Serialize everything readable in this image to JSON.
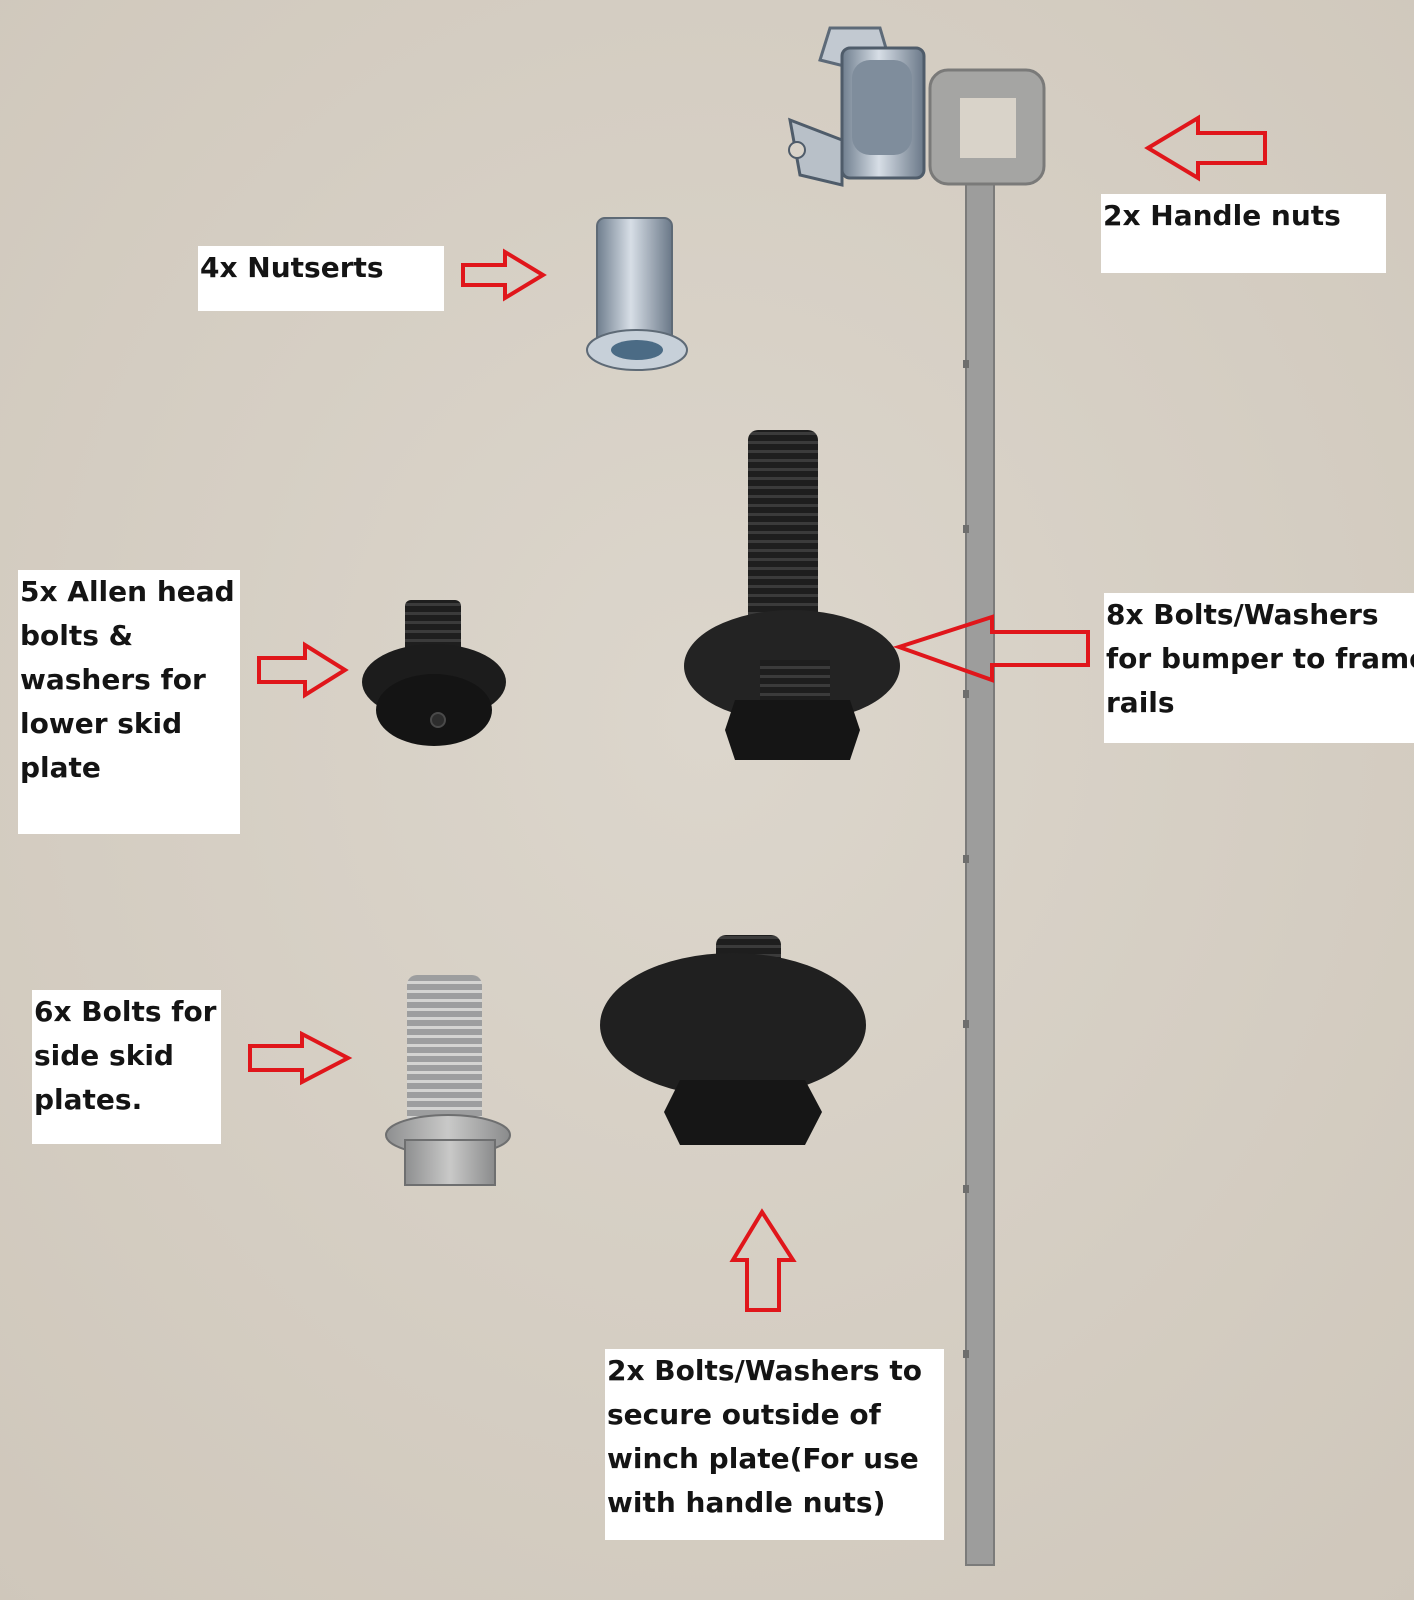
{
  "photo": {
    "background_color": "#d8d1c6",
    "arrow_color": "#e0161b",
    "label_background": "#ffffff",
    "label_text_color": "#141414"
  },
  "labels": {
    "handle_nuts": [
      "2x Handle nuts"
    ],
    "nutserts": [
      "4x Nutserts"
    ],
    "allen_bolts": [
      "5x Allen head",
      "bolts &",
      "washers for",
      "lower skid",
      "plate"
    ],
    "frame_bolts": [
      "8x Bolts/Washers",
      "for bumper to frame",
      "rails"
    ],
    "side_bolts": [
      "6x Bolts for",
      "side skid",
      "plates."
    ],
    "winch_bolts": [
      "2x Bolts/Washers to",
      "secure outside of",
      "winch plate(For use",
      "with handle nuts)"
    ]
  }
}
